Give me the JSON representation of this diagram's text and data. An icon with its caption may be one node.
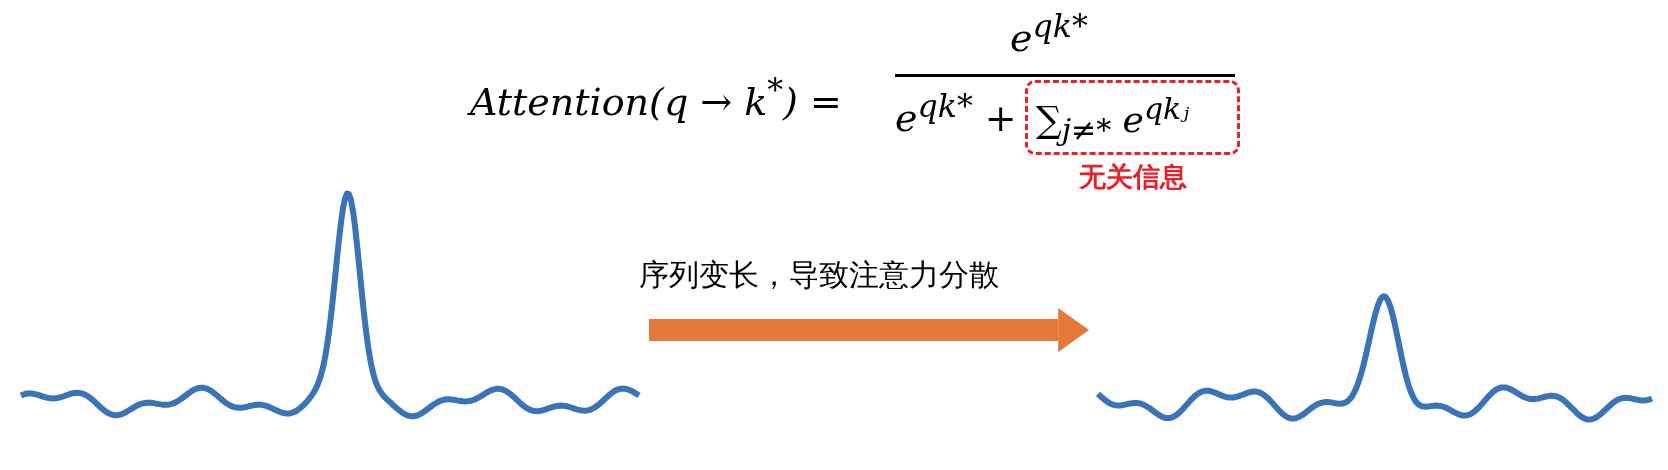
{
  "diagram": {
    "nodes": [
      {
        "text": [
          "∑$_{j≠*}$ e$^{qkⱼ}$",
          "无关信息"
        ]
      },
      {
        "text": [],
        "shape": "picture"
      },
      {
        "text": [],
        "shape": "picture"
      }
    ],
    "edges": [
      {
        "from": 1,
        "to": 2,
        "arrow": "to",
        "label": "序列变长，导致注意力分散"
      }
    ],
    "labels": [
      "Attention(q → k$^{*}$) =",
      "e$^{qk*}$",
      "e$^{qk*}$ +"
    ]
  }
}
